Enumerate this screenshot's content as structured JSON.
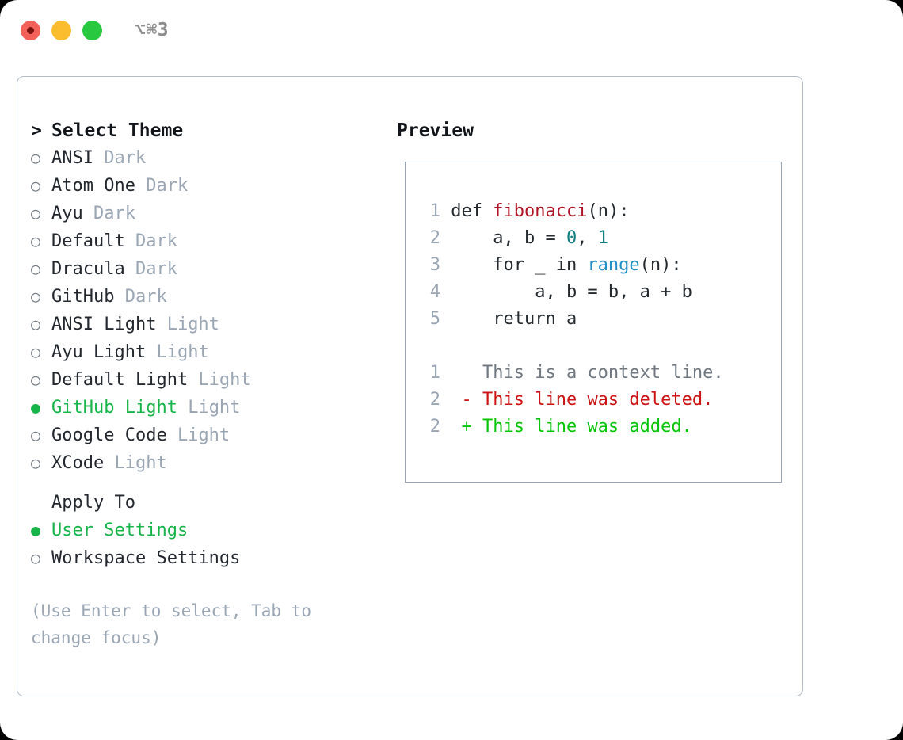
{
  "titlebar": {
    "shortcut": "⌥⌘3",
    "lights": [
      {
        "name": "close",
        "color": "#f4615a"
      },
      {
        "name": "minimize",
        "color": "#fbbd2e"
      },
      {
        "name": "maximize",
        "color": "#28c840"
      }
    ]
  },
  "theme_section": {
    "marker": ">",
    "title": "Select Theme",
    "bullet_selected": "●",
    "bullet_unselected": "○",
    "items": [
      {
        "label": "ANSI",
        "badge": "Dark",
        "selected": false
      },
      {
        "label": "Atom One",
        "badge": "Dark",
        "selected": false
      },
      {
        "label": "Ayu",
        "badge": "Dark",
        "selected": false
      },
      {
        "label": "Default",
        "badge": "Dark",
        "selected": false
      },
      {
        "label": "Dracula",
        "badge": "Dark",
        "selected": false
      },
      {
        "label": "GitHub",
        "badge": "Dark",
        "selected": false
      },
      {
        "label": "ANSI Light",
        "badge": "Light",
        "selected": false
      },
      {
        "label": "Ayu Light",
        "badge": "Light",
        "selected": false
      },
      {
        "label": "Default Light",
        "badge": "Light",
        "selected": false
      },
      {
        "label": "GitHub Light",
        "badge": "Light",
        "selected": true
      },
      {
        "label": "Google Code",
        "badge": "Light",
        "selected": false
      },
      {
        "label": "XCode",
        "badge": "Light",
        "selected": false
      }
    ]
  },
  "apply_section": {
    "title": "Apply To",
    "items": [
      {
        "label": "User Settings",
        "selected": true
      },
      {
        "label": "Workspace Settings",
        "selected": false
      }
    ]
  },
  "hint": "(Use Enter to select, Tab to change focus)",
  "preview": {
    "title": "Preview",
    "code_lines": [
      {
        "num": "1",
        "segments": [
          {
            "text": "def ",
            "kind": "plain"
          },
          {
            "text": "fibonacci",
            "kind": "fn"
          },
          {
            "text": "(n):",
            "kind": "plain"
          }
        ]
      },
      {
        "num": "2",
        "segments": [
          {
            "text": "    a, b = ",
            "kind": "plain"
          },
          {
            "text": "0",
            "kind": "num"
          },
          {
            "text": ", ",
            "kind": "plain"
          },
          {
            "text": "1",
            "kind": "num"
          }
        ]
      },
      {
        "num": "3",
        "segments": [
          {
            "text": "    for _ in ",
            "kind": "plain"
          },
          {
            "text": "range",
            "kind": "call"
          },
          {
            "text": "(n):",
            "kind": "plain"
          }
        ]
      },
      {
        "num": "4",
        "segments": [
          {
            "text": "        a, b = b, a + b",
            "kind": "plain"
          }
        ]
      },
      {
        "num": "5",
        "segments": [
          {
            "text": "    return a",
            "kind": "plain"
          }
        ]
      }
    ],
    "diff_lines": [
      {
        "num": "1",
        "sign": " ",
        "text": " This is a context line.",
        "kind": "ctx"
      },
      {
        "num": "2",
        "sign": "-",
        "text": " This line was deleted.",
        "kind": "del"
      },
      {
        "num": "2",
        "sign": "+",
        "text": " This line was added.",
        "kind": "add"
      }
    ]
  },
  "colors": {
    "selected_green": "#17b44a",
    "badge_muted": "#9ba6b4",
    "panel_border": "#b4bcc7",
    "preview_border": "#9aa5b4",
    "fn_red": "#b01226",
    "num_teal": "#0f7e7e",
    "call_blue": "#1f8fc4",
    "diff_del_red": "#cc1212",
    "diff_add_green": "#06c406"
  }
}
